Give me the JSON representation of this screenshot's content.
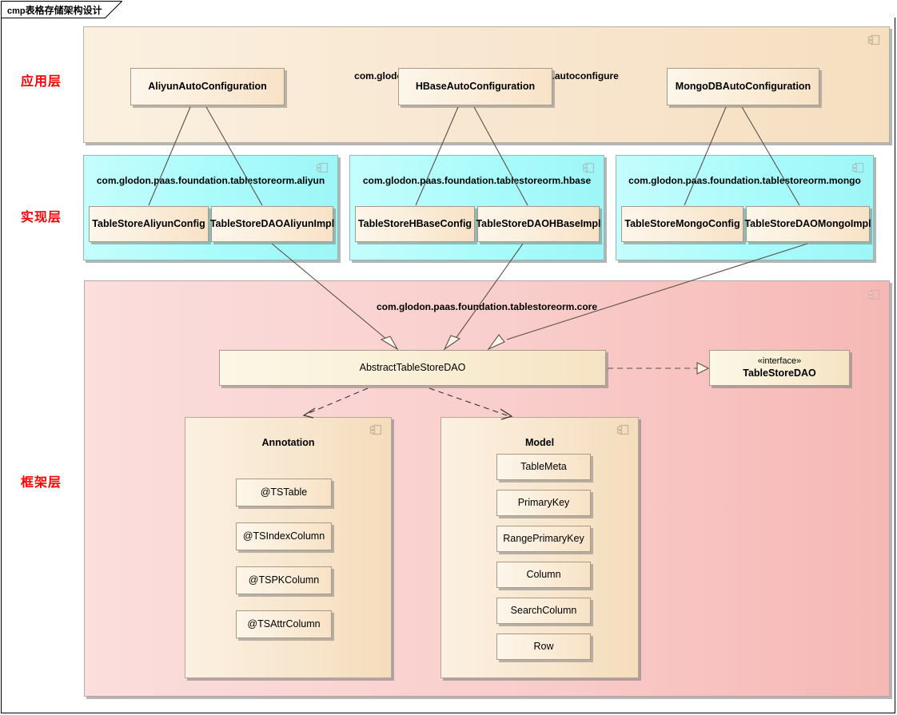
{
  "diagram": {
    "frame_keyword": "cmp",
    "frame_title": "表格存储架构设计",
    "type": "uml-component-diagram"
  },
  "layers": [
    {
      "id": "application",
      "label": "应用层",
      "color": "#ff0000"
    },
    {
      "id": "implementation",
      "label": "实现层",
      "color": "#ff0000"
    },
    {
      "id": "framework",
      "label": "框架层",
      "color": "#ff0000"
    }
  ],
  "packages": {
    "autoconfigure": {
      "title": "com.glodon.pass.foundation.tablestoreorm.autoconfigure",
      "icon": "component-icon",
      "components": [
        {
          "name": "AliyunAutoConfiguration"
        },
        {
          "name": "HBaseAutoConfiguration"
        },
        {
          "name": "MongoDBAutoConfiguration"
        }
      ]
    },
    "aliyun": {
      "title": "com.glodon.paas.foundation.tablestoreorm.aliyun",
      "icon": "component-icon",
      "components": [
        {
          "name": "TableStoreAliyunConfig"
        },
        {
          "name": "TableStoreDAOAliyunImpl"
        }
      ]
    },
    "hbase": {
      "title": "com.glodon.paas.foundation.tablestoreorm.hbase",
      "icon": "component-icon",
      "components": [
        {
          "name": "TableStoreHBaseConfig"
        },
        {
          "name": "TableStoreDAOHBaseImpl"
        }
      ]
    },
    "mongo": {
      "title": "com.glodon.paas.foundation.tablestoreorm.mongo",
      "icon": "component-icon",
      "components": [
        {
          "name": "TableStoreMongoConfig"
        },
        {
          "name": "TableStoreDAOMongoImpl"
        }
      ]
    },
    "core": {
      "title": "com.glodon.paas.foundation.tablestoreorm.core",
      "icon": "component-icon",
      "abstract_class": "AbstractTableStoreDAO",
      "interface": {
        "stereotype": "«interface»",
        "name": "TableStoreDAO"
      },
      "annotation_pkg": {
        "title": "Annotation",
        "icon": "component-icon",
        "components": [
          {
            "name": "@TSTable"
          },
          {
            "name": "@TSIndexColumn"
          },
          {
            "name": "@TSPKColumn"
          },
          {
            "name": "@TSAttrColumn"
          }
        ]
      },
      "model_pkg": {
        "title": "Model",
        "icon": "component-icon",
        "components": [
          {
            "name": "TableMeta"
          },
          {
            "name": "PrimaryKey"
          },
          {
            "name": "RangePrimaryKey"
          },
          {
            "name": "Column"
          },
          {
            "name": "SearchColumn"
          },
          {
            "name": "Row"
          }
        ]
      }
    }
  },
  "colors": {
    "app_package": "#f7e6cd",
    "impl_package": "#aefbfc",
    "core_package": "#f8cdca",
    "component_fill": "#fbeedb",
    "label_red": "#ff0000",
    "edge_stroke": "#5a5048"
  }
}
